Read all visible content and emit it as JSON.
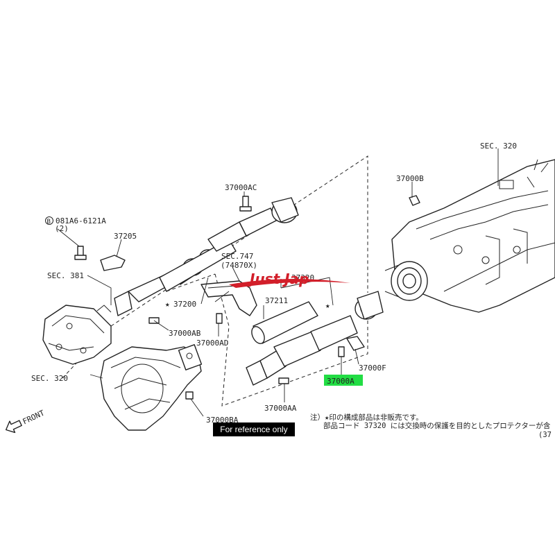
{
  "watermark": "Just Jap",
  "highlight_color": "#22dd44",
  "watermark_color": "#d21f2a",
  "labels": {
    "sec320_top": "SEC. 320",
    "p37000B": "37000B",
    "p37000AC": "37000AC",
    "bolt_ref": "081A6-6121A",
    "bolt_qty": "(2)",
    "p37205": "37205",
    "sec747": "SEC.747",
    "p74870X": "(74870X)",
    "p37320": "37320",
    "sec381": "SEC. 381",
    "p37200": "37200",
    "p37211": "37211",
    "p37000AB": "37000AB",
    "p37000AD": "37000AD",
    "p37000F": "37000F",
    "sec320_bottom": "SEC. 320",
    "p37000A": "37000A",
    "p37000AA": "37000AA",
    "p37000BA": "37000BA",
    "front": "FRONT"
  },
  "notes": {
    "line1": "注）★印の構成部品は非販売です。",
    "line2": "部品コード 37320 には交換時の保護を目的としたプロテクターが含",
    "page_ref": "(37"
  },
  "caption": "For reference only"
}
